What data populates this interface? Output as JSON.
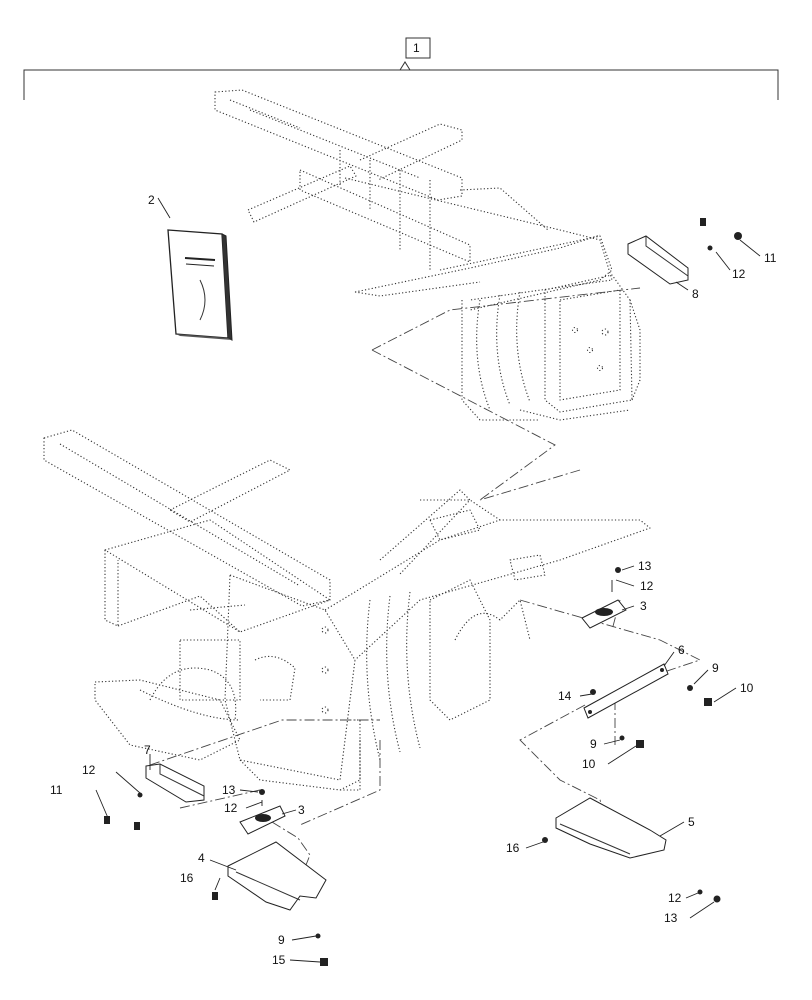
{
  "callouts": {
    "c1": "1",
    "c2": "2",
    "c3a": "3",
    "c3b": "3",
    "c4": "4",
    "c5": "5",
    "c6": "6",
    "c7": "7",
    "c8": "8",
    "c9a": "9",
    "c9b": "9",
    "c9c": "9",
    "c10a": "10",
    "c10b": "10",
    "c11a": "11",
    "c11b": "11",
    "c12a": "12",
    "c12b": "12",
    "c12c": "12",
    "c12d": "12",
    "c12e": "12",
    "c13a": "13",
    "c13b": "13",
    "c13c": "13",
    "c14": "14",
    "c15": "15",
    "c16a": "16",
    "c16b": "16"
  }
}
